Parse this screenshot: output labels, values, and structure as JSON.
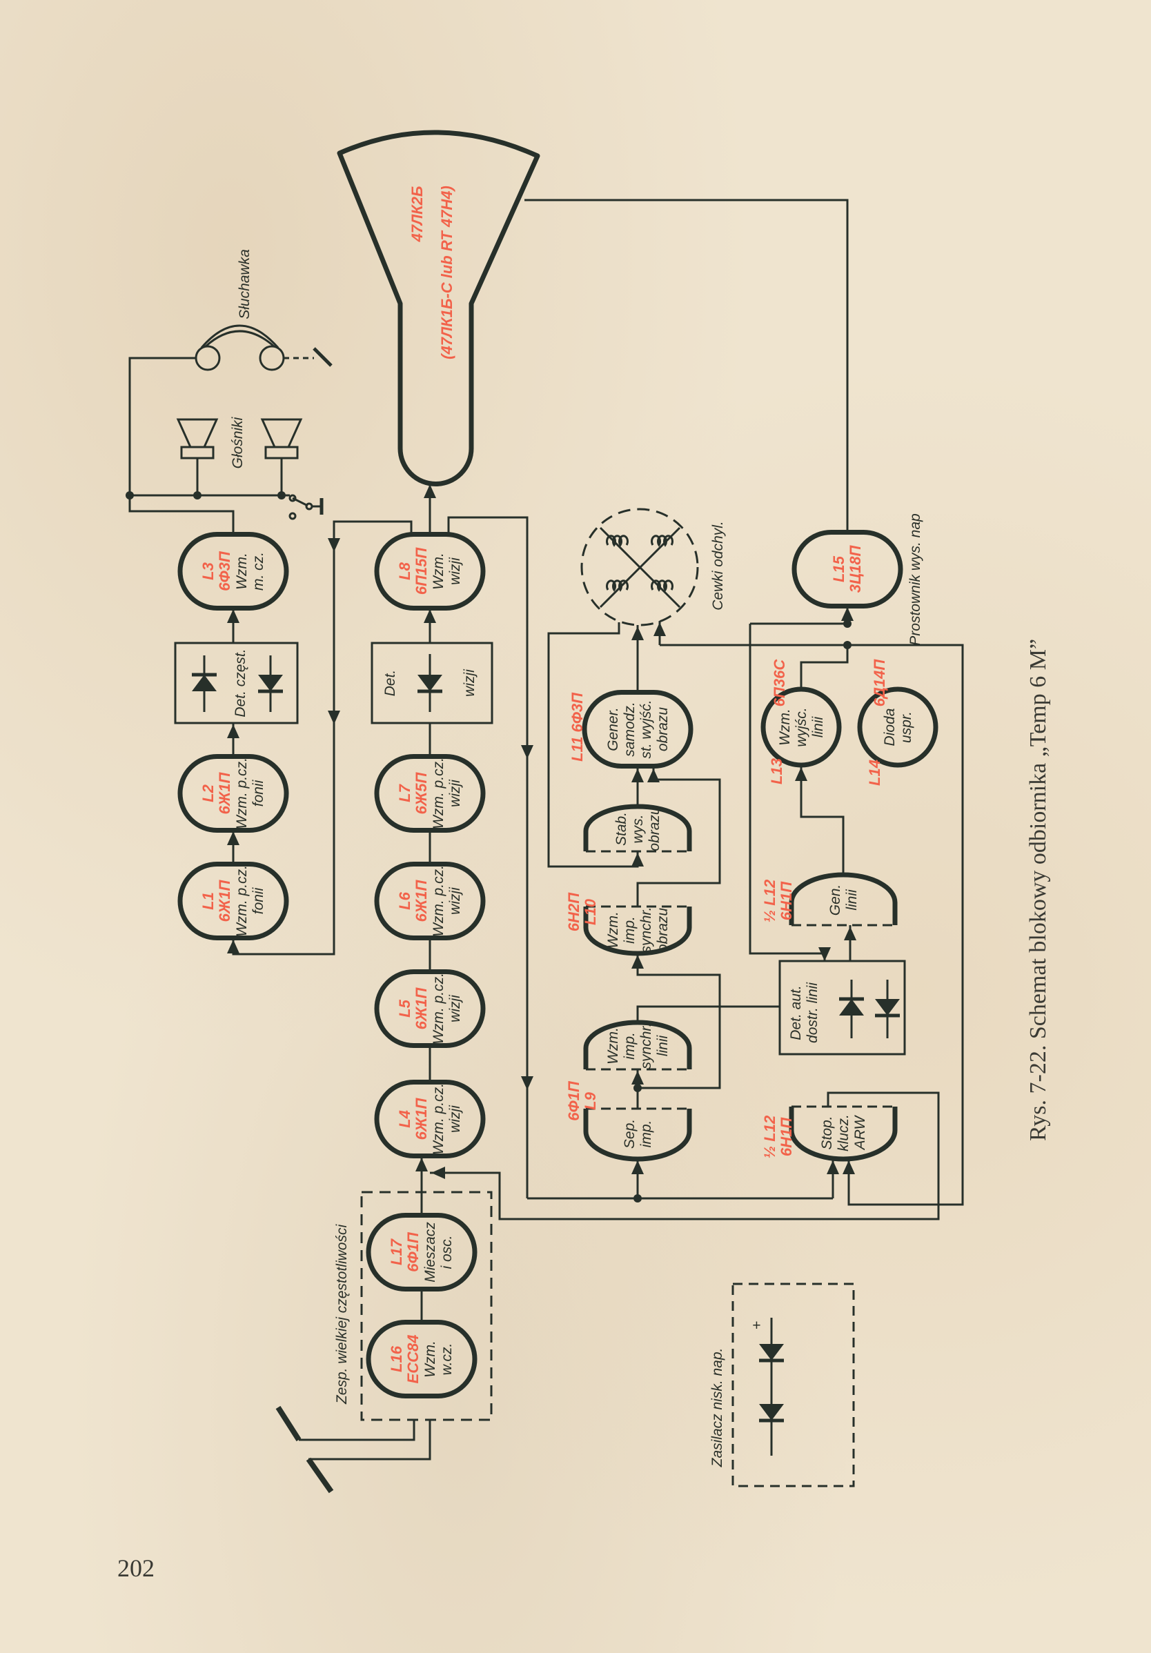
{
  "page_number": "202",
  "caption": "Rys. 7-22. Schemat blokowy odbiornika „Temp 6 M”",
  "colors": {
    "ink": "#27302a",
    "red": "#f2624a",
    "paper": "#efe4cf"
  },
  "crt": {
    "type": "47ЛК2Б",
    "alternative": "(47ЛК1Б-С lub RT 47H4)"
  },
  "audio": {
    "headphones_label": "Słuchawka",
    "speakers_label": "Głośniki"
  },
  "deflection_coils_label": "Cewki odchyl.",
  "hv_rectifier_label": "Prostownik wys. nap",
  "rf_unit_label": "Zesp. wielkiej częstotliwości",
  "lv_supply": {
    "label": "Zasilacz nisk. nap.",
    "plus": "+"
  },
  "tubes": {
    "L3": {
      "red": [
        "L3",
        "6Ф3П"
      ],
      "text": [
        "Wzm.",
        "m. cz."
      ]
    },
    "L2": {
      "red": [
        "L2",
        "6Ж1П"
      ],
      "text": [
        "Wzm. p.cz.",
        "fonii"
      ]
    },
    "L1": {
      "red": [
        "L1",
        "6Ж1П"
      ],
      "text": [
        "Wzm. p.cz.",
        "fonii"
      ]
    },
    "L8": {
      "red": [
        "L8",
        "6П15П"
      ],
      "text": [
        "Wzm.",
        "wizji"
      ]
    },
    "L7": {
      "red": [
        "L7",
        "6Ж5П"
      ],
      "text": [
        "Wzm. p.cz.",
        "wizji"
      ]
    },
    "L6": {
      "red": [
        "L6",
        "6Ж1П"
      ],
      "text": [
        "Wzm. p.cz.",
        "wizji"
      ]
    },
    "L5": {
      "red": [
        "L5",
        "6Ж1П"
      ],
      "text": [
        "Wzm. p.cz.",
        "wizji"
      ]
    },
    "L4": {
      "red": [
        "L4",
        "6Ж1П"
      ],
      "text": [
        "Wzm. p.cz.",
        "wizji"
      ]
    },
    "L17": {
      "red": [
        "L17",
        "6Ф1П"
      ],
      "text": [
        "Mieszacz",
        "i osc."
      ]
    },
    "L16": {
      "red": [
        "L16",
        "ECC84"
      ],
      "text": [
        "Wzm.",
        "w.cz."
      ]
    },
    "L15": {
      "red": [
        "L15",
        "3Ц18П"
      ],
      "text": []
    },
    "L11": {
      "red": [],
      "text": [
        "Gener.",
        "samodz.",
        "st. wyjść.",
        "obrazu"
      ]
    },
    "STAB": {
      "red": [],
      "text": [
        "Stab.",
        "wys.",
        "obrazu"
      ]
    },
    "L10": {
      "red": [],
      "text": [
        "Wzm.",
        "imp.",
        "synchr.",
        "obrazu"
      ]
    },
    "L9A": {
      "red": [],
      "text": [
        "Wzm.",
        "imp.",
        "synchr.",
        "linii"
      ]
    },
    "L9B": {
      "red": [],
      "text": [
        "Sep.",
        "imp."
      ]
    },
    "GEN": {
      "red": [],
      "text": [
        "Gen.",
        "linii"
      ]
    },
    "STOP": {
      "red": [],
      "text": [
        "Stop.",
        "klucz.",
        "ARW"
      ]
    },
    "L13": {
      "red": [],
      "text": [
        "Wzm.",
        "wyjśc.",
        "linii"
      ]
    },
    "L14": {
      "red": [],
      "text": [
        "Dioda",
        "uspr."
      ]
    }
  },
  "outside_labels": {
    "L11": "L11  6Ф3П",
    "L10_type": "6Н2П",
    "L10": "L10",
    "L9_type": "6Ф1П",
    "L9": "L9",
    "L12a": "½ L12",
    "L12a_type": "6Н1П",
    "L12b": "½ L12",
    "L12b_type": "6Н1П",
    "L13_type": "6П36С",
    "L13": "L13",
    "L14_type": "6Д14П",
    "L14": "L14"
  },
  "detectors": {
    "sound": [
      "Det. częst."
    ],
    "video": [
      "Det.",
      "wizji"
    ],
    "afc": [
      "Det. aut.",
      "dostr. linii"
    ]
  }
}
